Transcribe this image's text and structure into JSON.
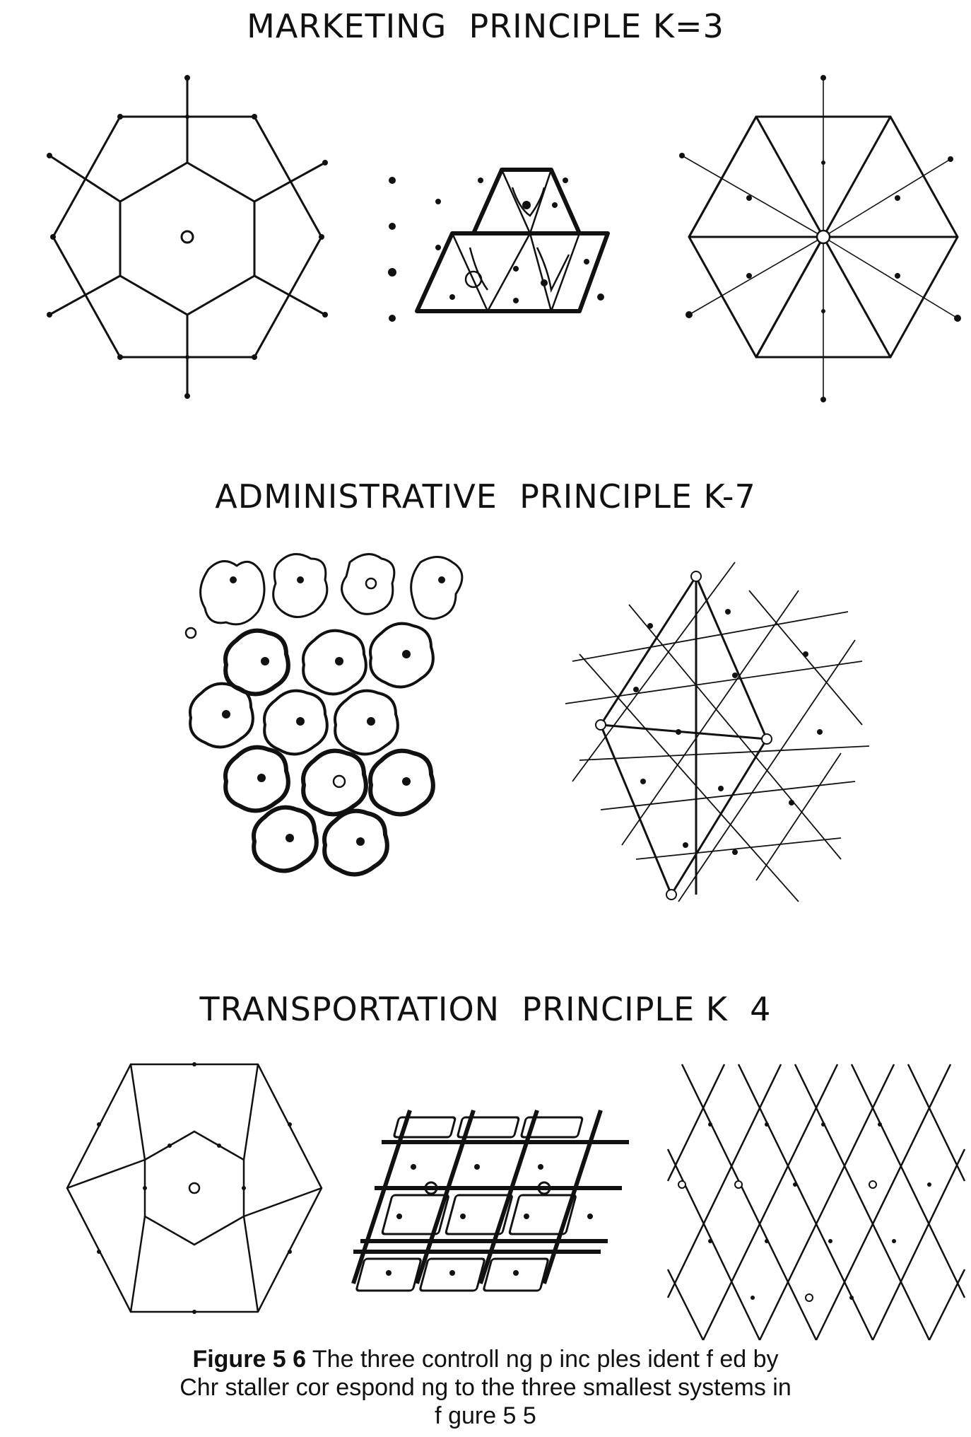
{
  "headings": {
    "marketing": "MARKETING  PRINCIPLE K=3",
    "administrative": "ADMINISTRATIVE  PRINCIPLE K-7",
    "transportation": "TRANSPORTATION  PRINCIPLE K  4"
  },
  "caption": {
    "figure_label": "Figure 5 6",
    "line1": "The three controll ng p inc ples  ident f ed by",
    "line2": "Chr staller  cor espond ng to the three smallest systems  in",
    "line3": "f gure 5  5"
  },
  "colors": {
    "ink": "#111111",
    "paper": "#ffffff"
  }
}
